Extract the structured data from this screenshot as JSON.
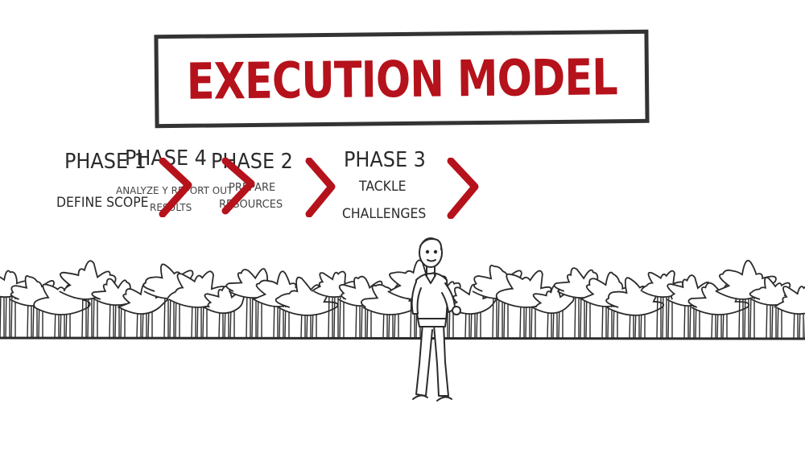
{
  "title": "EXECUTION MODEL",
  "phases": [
    {
      "label": "PHASE 1",
      "desc": "DEFINE SCOPE"
    },
    {
      "label": "PHASE 4",
      "desc_line1": "ANALYZE Y REPORT OUT",
      "desc_line2": "RESULTS"
    },
    {
      "label": "PHASE 2",
      "desc_line1": "PREPARE",
      "desc_line2": "RESOURCES"
    },
    {
      "label": "PHASE 3",
      "desc_line1": "TACKLE",
      "desc_line2": "CHALLENGES"
    }
  ],
  "colors": {
    "accent": "#b5121b",
    "ink": "#2b2b2b",
    "background": "#ffffff"
  },
  "icons": [
    "chevron-right-icon",
    "tree-icon",
    "person-icon"
  ]
}
